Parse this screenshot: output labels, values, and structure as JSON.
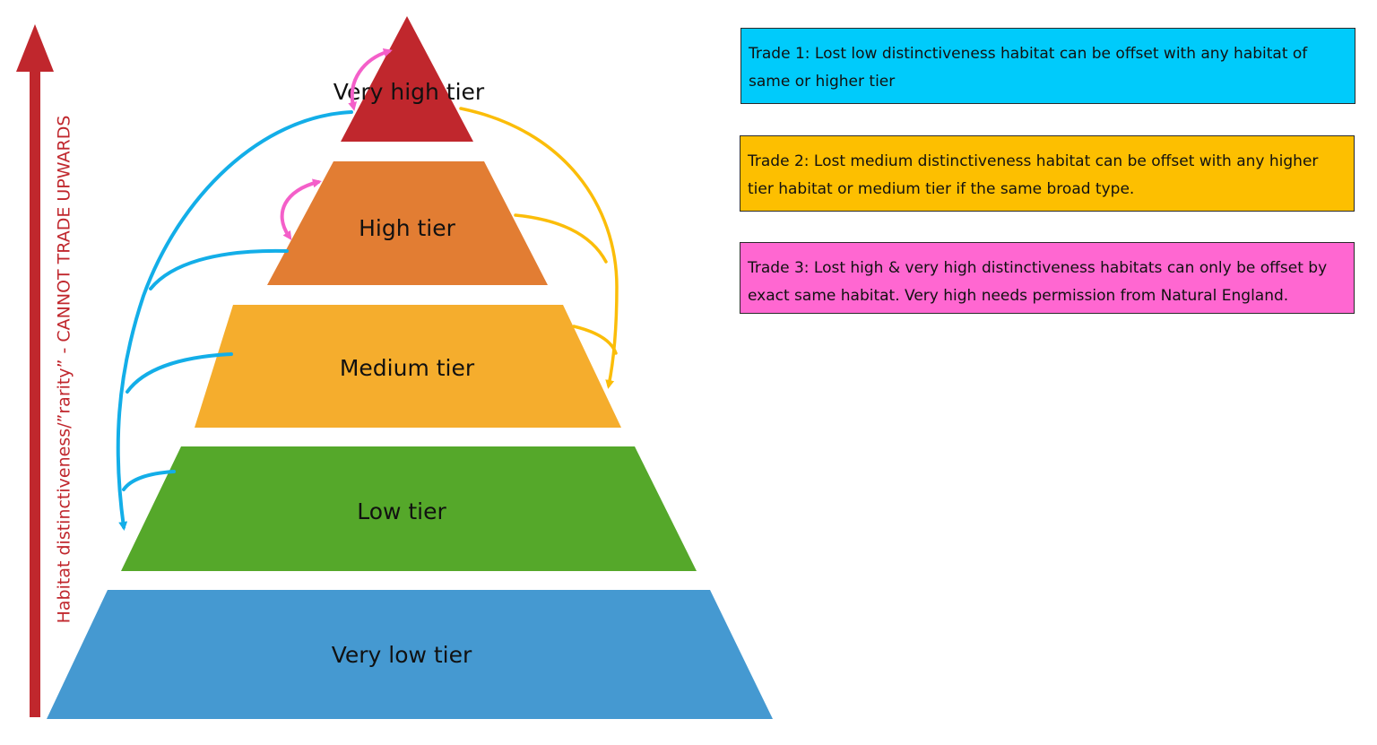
{
  "axis": {
    "label": "Habitat distinctiveness/”rarity” - CANNOT TRADE UPWARDS",
    "color": "#c0272d"
  },
  "tiers": [
    {
      "label": "Very high tier",
      "color": "#c0272d"
    },
    {
      "label": "High tier",
      "color": "#e27d33"
    },
    {
      "label": "Medium tier",
      "color": "#f5ad2d"
    },
    {
      "label": "Low tier",
      "color": "#55a82a"
    },
    {
      "label": "Very low tier",
      "color": "#4599d1"
    }
  ],
  "arrows": {
    "trade_1_color": "#13aee8",
    "trade_2_color": "#fbbd09",
    "trade_3_color": "#f45fc9"
  },
  "trades": [
    {
      "text": "Trade 1: Lost low distinctiveness habitat can be offset with any habitat of same or higher tier",
      "color": "#00cbfb"
    },
    {
      "text": "Trade 2: Lost medium distinctiveness habitat can be offset with any higher tier habitat or medium tier if the same broad type.",
      "color": "#fdbf00"
    },
    {
      "text": "Trade 3: Lost high & very high distinctiveness habitats can only be offset by exact same habitat. Very high needs permission from Natural England.",
      "color": "#ff67d1"
    }
  ]
}
